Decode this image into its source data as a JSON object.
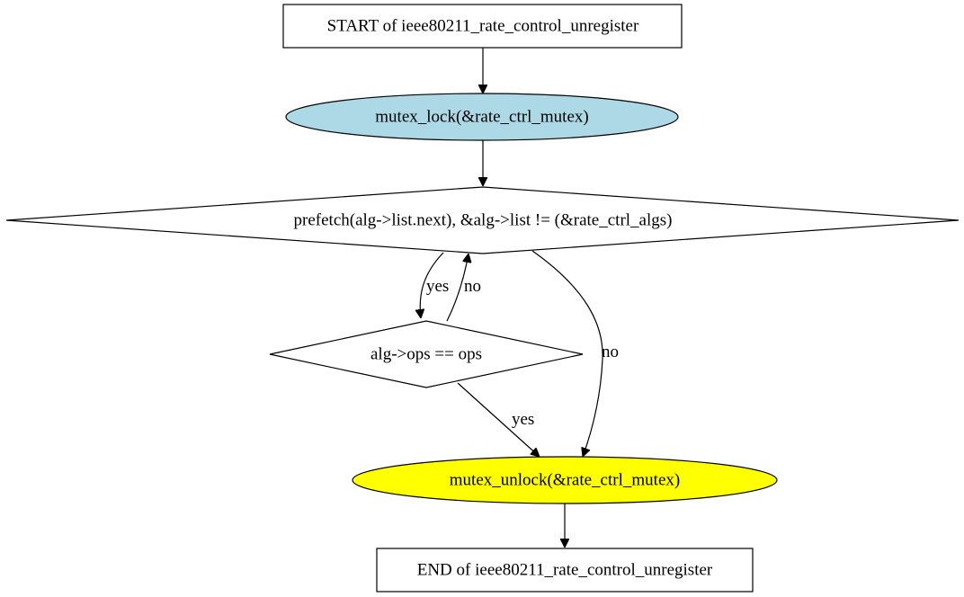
{
  "nodes": {
    "start": {
      "label": "START of ieee80211_rate_control_unregister"
    },
    "mutex_lock": {
      "label": "mutex_lock(&rate_ctrl_mutex)",
      "fill": "#add8e6"
    },
    "loop_cond": {
      "label": "prefetch(alg->list.next), &alg->list != (&rate_ctrl_algs)"
    },
    "ops_check": {
      "label": "alg->ops == ops"
    },
    "mutex_unlock": {
      "label": "mutex_unlock(&rate_ctrl_mutex)",
      "fill": "#ffff00"
    },
    "end": {
      "label": "END of ieee80211_rate_control_unregister"
    }
  },
  "edges": {
    "loop_to_ops": {
      "label": "yes"
    },
    "ops_to_loop": {
      "label": "no"
    },
    "loop_to_unlock": {
      "label": "no"
    },
    "ops_to_unlock": {
      "label": "yes"
    }
  },
  "colors": {
    "stroke": "#000000",
    "background": "#ffffff",
    "lock_fill": "#add8e6",
    "unlock_fill": "#ffff00"
  }
}
